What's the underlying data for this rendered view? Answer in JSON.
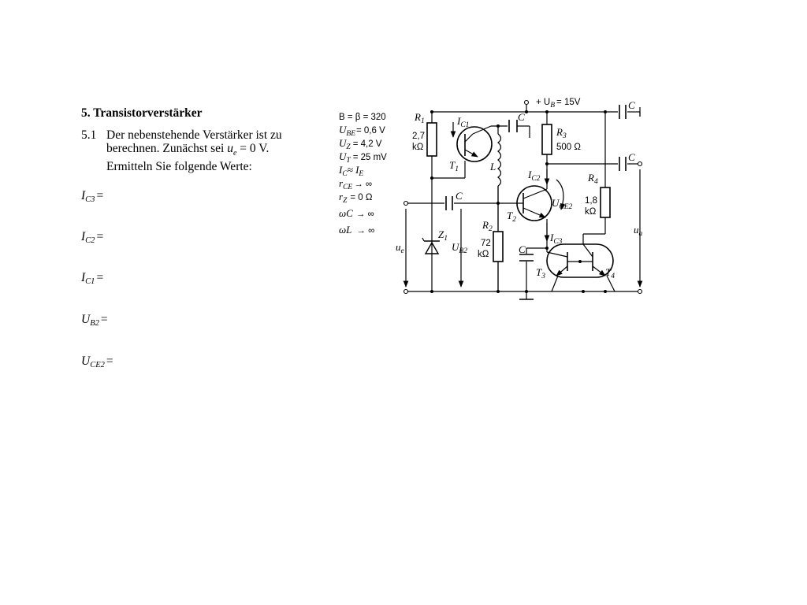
{
  "section": {
    "heading": "5. Transistorverstärker"
  },
  "question": {
    "number": "5.1",
    "line1": "Der nebenstehende Verstärker ist zu",
    "line2_a": "berechnen. Zunächst sei ",
    "line2_var": "u",
    "line2_sub": "e",
    "line2_b": " = 0 V.",
    "line3": "Ermitteln Sie folgende Werte:"
  },
  "answers": [
    {
      "symbol": "I",
      "sub": "C3",
      "eq": "="
    },
    {
      "symbol": "I",
      "sub": "C2",
      "eq": "="
    },
    {
      "symbol": "I",
      "sub": "C1",
      "eq": "="
    },
    {
      "symbol": "U",
      "sub": "B2",
      "eq": "="
    },
    {
      "symbol": "U",
      "sub": "CE2",
      "eq": "="
    }
  ],
  "given": {
    "B": "B = β = 320",
    "UBE_sym": "U",
    "UBE_sub": "BE",
    "UBE_val": "= 0,6 V",
    "UZ_sym": "U",
    "UZ_sub": "Z",
    "UZ_val": "= 4,2 V",
    "UT_sym": "U",
    "UT_sub": "T",
    "UT_val": "= 25 mV",
    "IC_sym": "I",
    "IC_sub": "C",
    "IC_mid": "≈ I",
    "IC_sub2": "E",
    "rCE_sym": "r",
    "rCE_sub": "CE",
    "rCE_val": "→ ∞",
    "rZ_sym": "r",
    "rZ_sub": "Z",
    "rZ_val": "= 0 Ω",
    "wC": "ωC",
    "wC_val": "→ ∞",
    "wL": "ωL",
    "wL_val": "→ ∞"
  },
  "circuit": {
    "supply": "+ U",
    "supply_sub": "B",
    "supply_val": "= 15V",
    "R1": "R",
    "R1_sub": "1",
    "R1_val1": "2,7",
    "R1_val2": "kΩ",
    "R2": "R",
    "R2_sub": "2",
    "R2_val1": "72",
    "R2_val2": "kΩ",
    "R3": "R",
    "R3_sub": "3",
    "R3_val": "500 Ω",
    "R4": "R",
    "R4_sub": "4",
    "R4_val1": "1,8",
    "R4_val2": "kΩ",
    "IC1": "I",
    "IC1_sub": "C1",
    "IC2": "I",
    "IC2_sub": "C2",
    "IC3": "I",
    "IC3_sub": "C3",
    "UCE2": "U",
    "UCE2_sub": "CE2",
    "UB2": "U",
    "UB2_sub": "B2",
    "T1": "T",
    "T1_sub": "1",
    "T2": "T",
    "T2_sub": "2",
    "T3": "T",
    "T3_sub": "3",
    "T4": "T",
    "T4_sub": "4",
    "L": "L",
    "C": "C",
    "Z1": "Z",
    "Z1_sub": "1",
    "ue": "u",
    "ue_sub": "e",
    "ua": "u",
    "ua_sub": "a"
  }
}
